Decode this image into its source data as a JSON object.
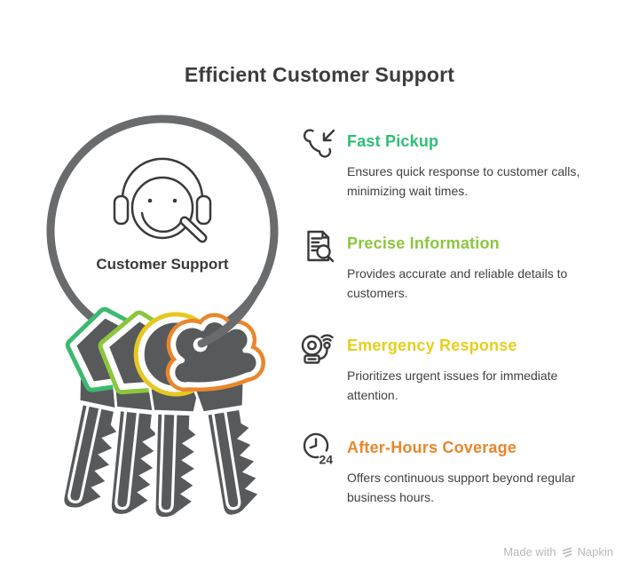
{
  "title": "Efficient Customer Support",
  "hub": {
    "label": "Customer Support",
    "icon": "support-agent-icon"
  },
  "items": [
    {
      "label": "Fast Pickup",
      "description": "Ensures quick response to customer calls, minimizing wait times.",
      "color": "#2EBE76",
      "icon": "phone-pickup-icon"
    },
    {
      "label": "Precise Information",
      "description": "Provides accurate and reliable details to customers.",
      "color": "#8CC63E",
      "icon": "document-search-icon"
    },
    {
      "label": "Emergency Response",
      "description": "Prioritizes urgent issues for immediate attention.",
      "color": "#E7CE1E",
      "icon": "alarm-bell-icon"
    },
    {
      "label": "After-Hours Coverage",
      "description": "Offers continuous support beyond regular business hours.",
      "color": "#E8872D",
      "icon": "clock-24-icon",
      "icon_label": "24"
    }
  ],
  "keyring": {
    "ring_color": "#6A6B6D",
    "key_fill": "#58595B",
    "key_colors": [
      "#3CBA6F",
      "#8CC63E",
      "#E8C722",
      "#E8872D"
    ]
  },
  "watermark": {
    "prefix": "Made with",
    "brand": "Napkin",
    "color": "#B9B9B9"
  }
}
